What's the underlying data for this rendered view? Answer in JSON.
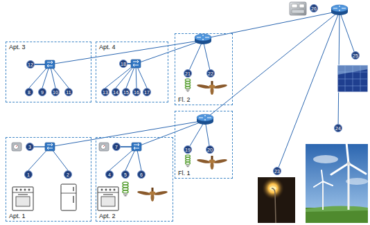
{
  "diagram": {
    "nodes": [
      {
        "text": [
          "26"
        ]
      },
      {
        "text": [
          "Apt. 3"
        ]
      },
      {
        "text": [
          "12"
        ],
        "in": 1
      },
      {
        "text": [
          "8"
        ],
        "in": 1
      },
      {
        "text": [
          "9"
        ],
        "in": 1
      },
      {
        "text": [
          "10"
        ],
        "in": 1
      },
      {
        "text": [
          "11"
        ],
        "in": 1
      },
      {
        "text": [
          "Apt. 4"
        ]
      },
      {
        "text": [
          "18"
        ],
        "in": 7
      },
      {
        "text": [
          "13"
        ],
        "in": 7
      },
      {
        "text": [
          "14"
        ],
        "in": 7
      },
      {
        "text": [
          "15"
        ],
        "in": 7
      },
      {
        "text": [
          "16"
        ],
        "in": 7
      },
      {
        "text": [
          "17"
        ],
        "in": 7
      },
      {
        "text": [
          "Fl. 2"
        ]
      },
      {
        "text": [
          "21"
        ],
        "in": 14
      },
      {
        "text": [
          "22"
        ],
        "in": 14
      },
      {
        "text": [
          "25"
        ]
      },
      {
        "text": [
          "Fl. 1"
        ]
      },
      {
        "text": [
          "19"
        ],
        "in": 18
      },
      {
        "text": [
          "20"
        ],
        "in": 18
      },
      {
        "text": [
          "24"
        ]
      },
      {
        "text": [
          "23"
        ]
      },
      {
        "text": [
          "Apt. 1"
        ]
      },
      {
        "text": [
          "3"
        ],
        "in": 23
      },
      {
        "text": [
          "1"
        ],
        "in": 23
      },
      {
        "text": [
          "2"
        ],
        "in": 23
      },
      {
        "text": [
          "Apt. 2"
        ]
      },
      {
        "text": [
          "7"
        ],
        "in": 27
      },
      {
        "text": [
          "4"
        ],
        "in": 27
      },
      {
        "text": [
          "5"
        ],
        "in": 27
      },
      {
        "text": [
          "6"
        ],
        "in": 27
      }
    ],
    "edges": [
      {
        "from": 2,
        "to": 3,
        "arrow": "none"
      },
      {
        "from": 2,
        "to": 4,
        "arrow": "none"
      },
      {
        "from": 2,
        "to": 5,
        "arrow": "none"
      },
      {
        "from": 2,
        "to": 6,
        "arrow": "none"
      },
      {
        "from": 8,
        "to": 9,
        "arrow": "none"
      },
      {
        "from": 8,
        "to": 10,
        "arrow": "none"
      },
      {
        "from": 8,
        "to": 11,
        "arrow": "none"
      },
      {
        "from": 8,
        "to": 12,
        "arrow": "none"
      },
      {
        "from": 8,
        "to": 13,
        "arrow": "none"
      },
      {
        "from": 24,
        "to": 25,
        "arrow": "none"
      },
      {
        "from": 24,
        "to": 26,
        "arrow": "none"
      },
      {
        "from": 28,
        "to": 29,
        "arrow": "none"
      },
      {
        "from": 28,
        "to": 30,
        "arrow": "none"
      },
      {
        "from": 28,
        "to": 31,
        "arrow": "none"
      }
    ]
  }
}
